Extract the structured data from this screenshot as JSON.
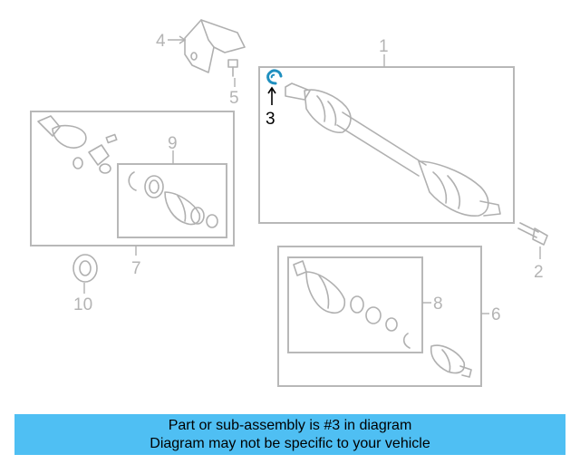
{
  "diagram": {
    "callouts": {
      "c1": "1",
      "c2": "2",
      "c3": "3",
      "c4": "4",
      "c5": "5",
      "c6": "6",
      "c7": "7",
      "c8": "8",
      "c9": "9",
      "c10": "10"
    },
    "highlighted_part": "3",
    "highlight_color": "#1f8fbf",
    "callout_color": "#b4b4b4"
  },
  "banner": {
    "line1": "Part or sub-assembly is #3 in diagram",
    "line2": "Diagram may not be specific to your vehicle",
    "background": "#4fbff3"
  }
}
